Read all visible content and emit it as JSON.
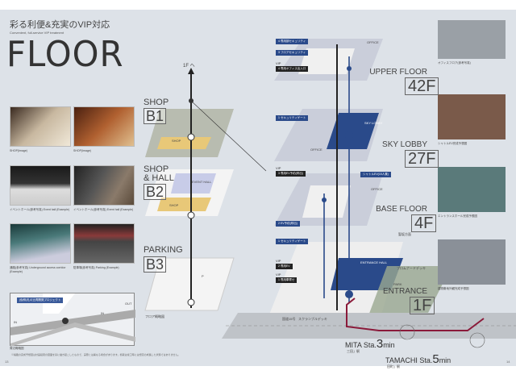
{
  "header": {
    "title_jp": "彩る利便&充実のVIP対応",
    "title_en": "Convenient, full-service VIP treatment",
    "title": "FLOOR"
  },
  "left_photos": [
    {
      "caption": "SHOP(Image)"
    },
    {
      "caption": "SHOP(Image)"
    },
    {
      "caption": "イベントホール(参考写真) Event hall (Example)"
    },
    {
      "caption": "イベントホール(参考写真) Event hall (Example)"
    },
    {
      "caption": "通路(参考写真) Underground access corridor (Example)"
    },
    {
      "caption": "駐車場(参考写真) Parking (Example)"
    }
  ],
  "map": {
    "banner": "(仮称)札の辻再開発プロジェクト",
    "in1": "IN",
    "in2": "IN",
    "out": "OUT",
    "caption": "周辺概略図"
  },
  "basement": {
    "to_1f": "1F へ",
    "floors": [
      {
        "name": "SHOP",
        "level": "B1"
      },
      {
        "name": "SHOP & HALL",
        "level": "B2"
      },
      {
        "name": "PARKING",
        "level": "B3"
      }
    ],
    "labels": {
      "shop": "SHOP",
      "event_hall": "EVENT HALL",
      "parking": "P"
    },
    "caption": "フロア概略図"
  },
  "tower": {
    "tags": [
      {
        "num": "4",
        "text": "専用部セキュリティ",
        "type": "b"
      },
      {
        "num": "3",
        "text": "フロアセキュリティ",
        "type": "b"
      },
      {
        "num": "4",
        "text": "専用オフィス出入口",
        "type": "k"
      },
      {
        "num": "1",
        "text": "セキュリティゲート",
        "type": "b"
      },
      {
        "num": "3",
        "text": "専用EV予約(呼出)",
        "type": "k"
      },
      {
        "num": "2",
        "text": "EV予約(呼出)",
        "type": "b"
      },
      {
        "num": "1",
        "text": "セキュリティゲート",
        "type": "b"
      },
      {
        "num": "2",
        "text": "専用EV",
        "type": "k"
      },
      {
        "num": "1",
        "text": "専用車寄せ",
        "type": "k"
      },
      {
        "num": "",
        "text": "シャトルEV(15人乗)",
        "type": "b"
      }
    ],
    "vip": "VIP",
    "office": "OFFICE",
    "sky_lobby": "SKY LOBBY",
    "entrance_hall": "ENTRANCE HALL",
    "deck": "プロムナードデッキ",
    "direction": "聖坂方面",
    "park": "PARK",
    "road": "国道15号",
    "scramble": "スクランブルデッキ"
  },
  "right_floors": [
    {
      "name": "UPPER FLOOR",
      "level": "42F",
      "caption": "オフィスフロア(参考写真)"
    },
    {
      "name": "SKY LOBBY",
      "level": "27F",
      "caption": "シャトルEV完成予想図"
    },
    {
      "name": "BASE FLOOR",
      "level": "4F",
      "caption": "エントランスホール完成予想図"
    },
    {
      "name": "ENTRANCE",
      "level": "1F",
      "caption": "建物敷地外観完成予想図"
    }
  ],
  "stations": [
    {
      "name": "MITA Sta.",
      "minutes": "3",
      "unit": "min",
      "jp": "三田」駅"
    },
    {
      "name": "TAMACHI Sta.",
      "minutes": "5",
      "unit": "min",
      "jp": "田町」駅"
    }
  ],
  "footer": {
    "note": "※掲載の完成予想図は計画段階の図面を基に描き起こしたもので、実際とは異なる場合があります。植栽は竣工時には想定の成長した状態ではありません。",
    "page_left": "13",
    "page_right": "14"
  },
  "colors": {
    "bg": "#dde2e8",
    "accent_blue": "#2a4a8a",
    "route_red": "#8a1a3a",
    "shop": "#e8c878",
    "floor": "#b8bcb0"
  }
}
